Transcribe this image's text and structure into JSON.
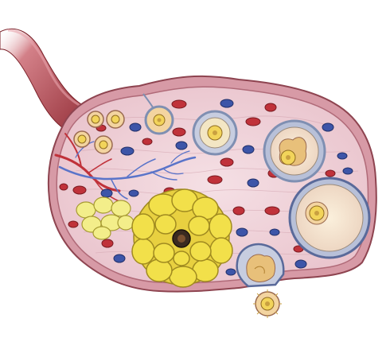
{
  "illustration": {
    "subject": "ovary-cross-section",
    "structures": [
      "ovarian-ligament",
      "blood-vessels",
      "primordial-follicles",
      "primary-follicle",
      "secondary-follicle",
      "antral-follicle",
      "mature-graafian-follicle",
      "corpus-luteum",
      "corpus-albicans",
      "ruptured-follicle",
      "released-ovum",
      "stroma-cells"
    ],
    "colors": {
      "stroma": "#f1d6dd",
      "capsule": "#c98b96",
      "ligament": "#a8343c",
      "corpus_luteum": "#f2e04a",
      "corpus_albicans": "#f3ee8a",
      "follicle_ring": "#7f8fb2",
      "oocyte": "#f6e6a0",
      "vessel_red": "#c0323a",
      "vessel_blue": "#5a74c9"
    }
  }
}
